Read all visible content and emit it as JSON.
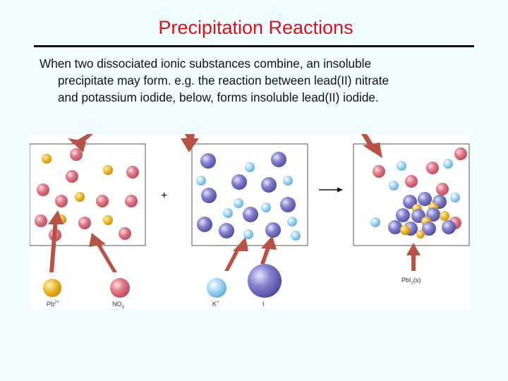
{
  "slide": {
    "title": "Precipitation Reactions",
    "text_lines": [
      "When two dissociated ionic substances combine, an insoluble",
      "precipitate may form.  e.g. the reaction between lead(II) nitrate",
      "and potassium iodide, below, forms insoluble lead(II) iodide."
    ]
  },
  "figure": {
    "plus_sign": "+",
    "labels": {
      "pb": "Pb",
      "pb_sup": "2+",
      "no3": "NO",
      "no3_sub": "3",
      "k": "K",
      "k_sup": "+",
      "i": "I",
      "pbi2": "PbI",
      "pbi2_sub": "2",
      "pbi2_state": "(s)"
    },
    "colors": {
      "lead_ion": "#f2b11e",
      "nitrate_ion": "#e0707f",
      "potassium_ion": "#9fd3f3",
      "iodide_ion": "#7a78c6",
      "arrow": "#b65345",
      "title": "#e0101a"
    }
  }
}
